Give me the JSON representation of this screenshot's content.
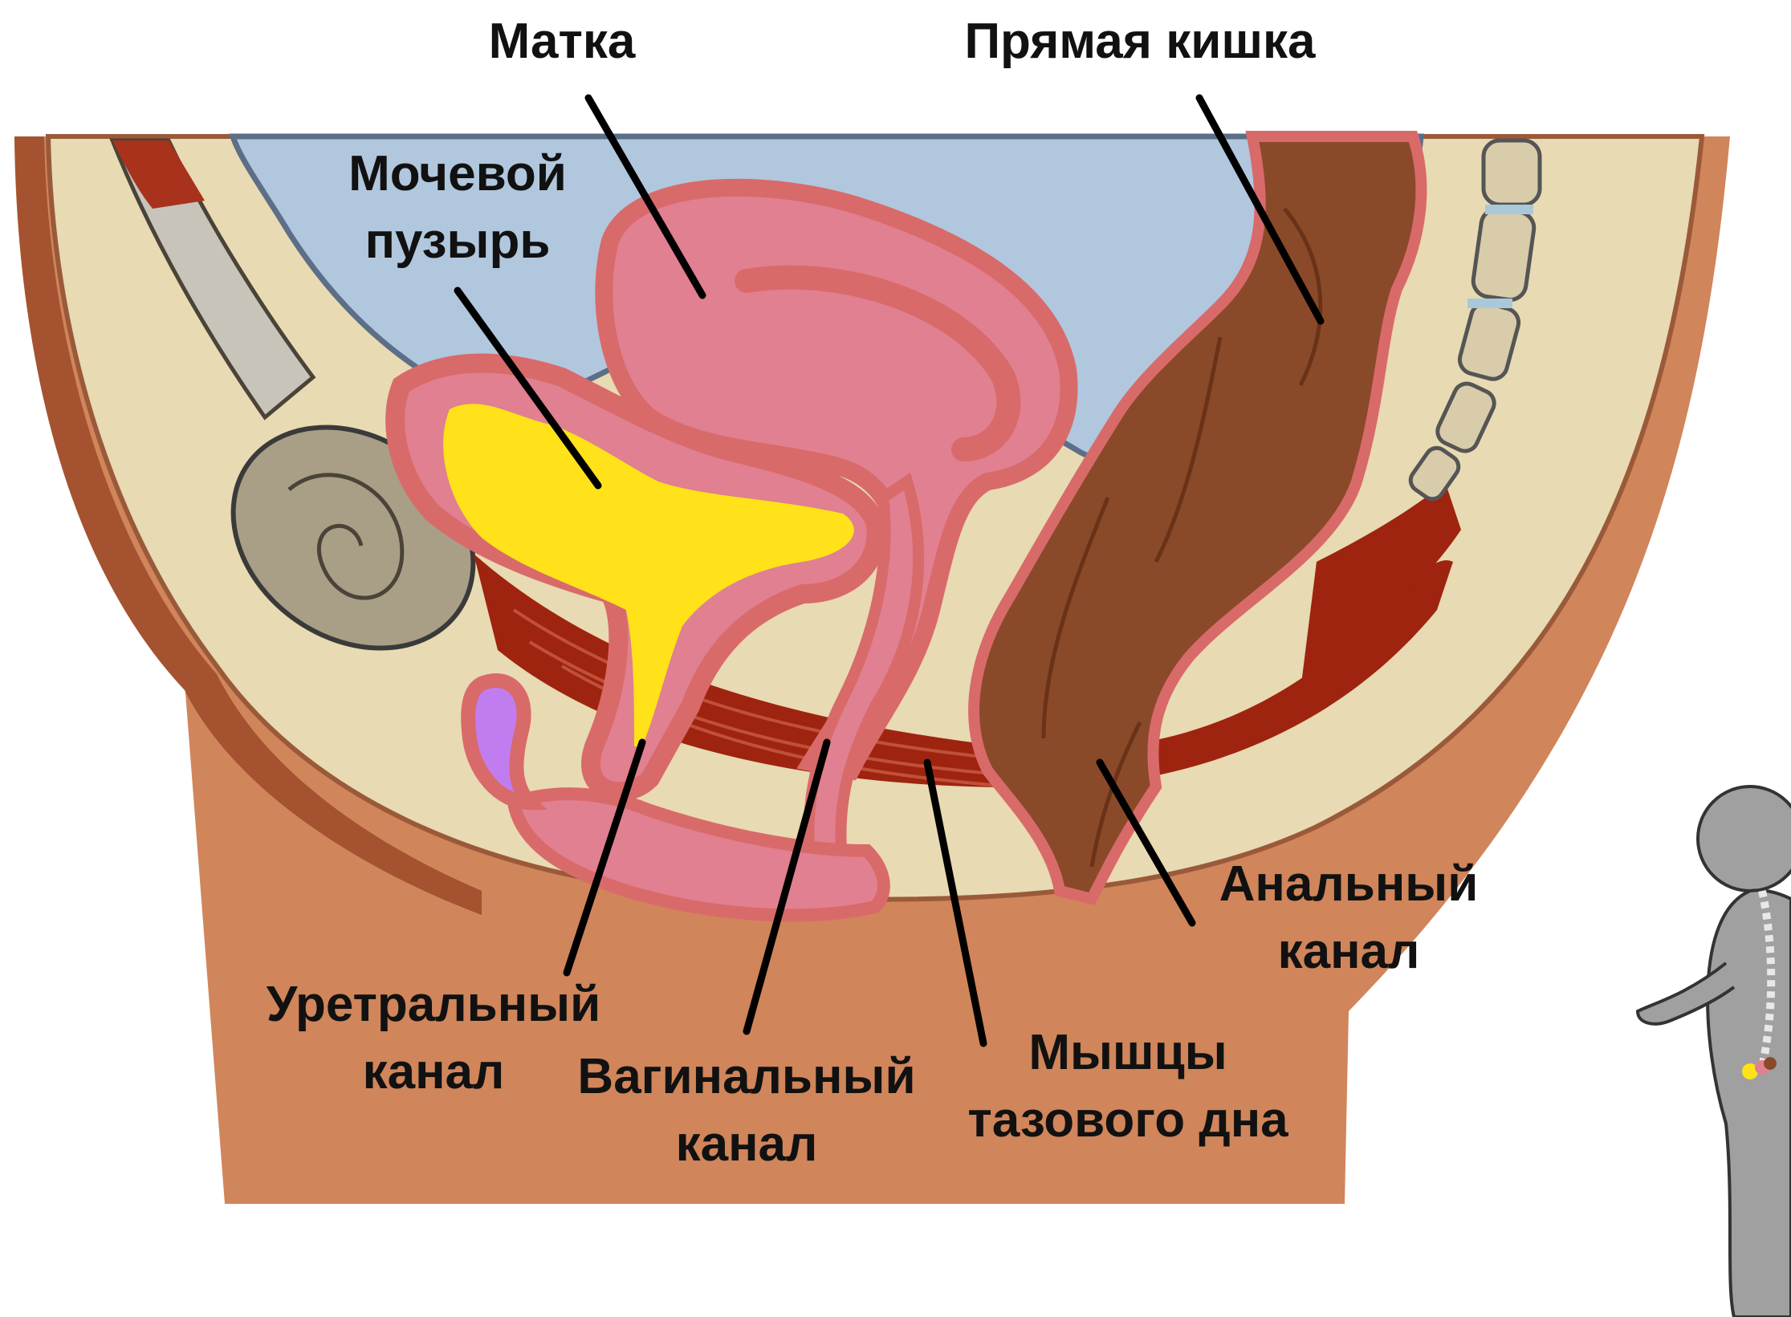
{
  "labels": {
    "uterus": "Матка",
    "rectum": "Прямая кишка",
    "bladder": {
      "line1": "Мочевой",
      "line2": "пузырь"
    },
    "urethra": {
      "line1": "Уретральный",
      "line2": "канал"
    },
    "vagina": {
      "line1": "Вагинальный",
      "line2": "канал"
    },
    "pelvic_floor": {
      "line1": "Мышцы",
      "line2": "тазового дна"
    },
    "anal_canal": {
      "line1": "Анальный",
      "line2": "канал"
    }
  },
  "colors": {
    "skin_outer": "#D0855A",
    "skin_inner": "#E8DAB2",
    "abdomen": "#B1C7DD",
    "uterus": "#E08090",
    "uterus_border": "#D96A6A",
    "bladder_urine": "#FFE21A",
    "rectum": "#8A4A2A",
    "muscle": "#9E2410",
    "bone": "#A89F86",
    "clitoris": "#C17DF0",
    "spine": "#D8CCAA",
    "leader_line": "#000000",
    "silhouette": "#9A9A9A"
  }
}
